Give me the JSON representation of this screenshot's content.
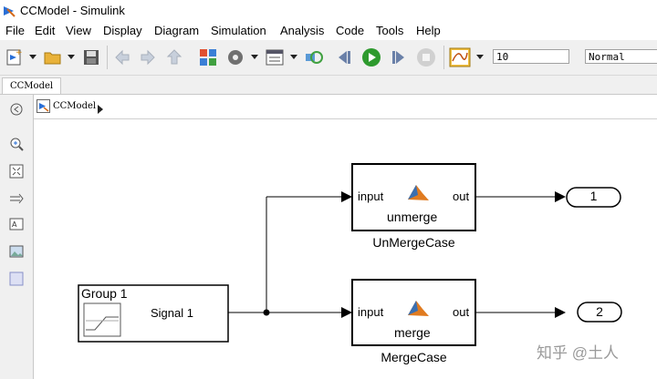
{
  "window": {
    "title": "CCModel - Simulink"
  },
  "menu": [
    "File",
    "Edit",
    "View",
    "Display",
    "Diagram",
    "Simulation",
    "Analysis",
    "Code",
    "Tools",
    "Help"
  ],
  "toolbar": {
    "stop_time": "10",
    "sim_mode": "Normal"
  },
  "tabs": [
    "CCModel"
  ],
  "breadcrumb": {
    "model": "CCModel"
  },
  "diagram": {
    "signal_builder": {
      "group": "Group 1",
      "port": "Signal 1"
    },
    "unmerge_block": {
      "in": "input",
      "out": "out",
      "fcn": "unmerge",
      "name": "UnMergeCase"
    },
    "merge_block": {
      "in": "input",
      "out": "out",
      "fcn": "merge",
      "name": "MergeCase"
    },
    "outport1": "1",
    "outport2": "2"
  },
  "watermark": "知乎 @土人"
}
